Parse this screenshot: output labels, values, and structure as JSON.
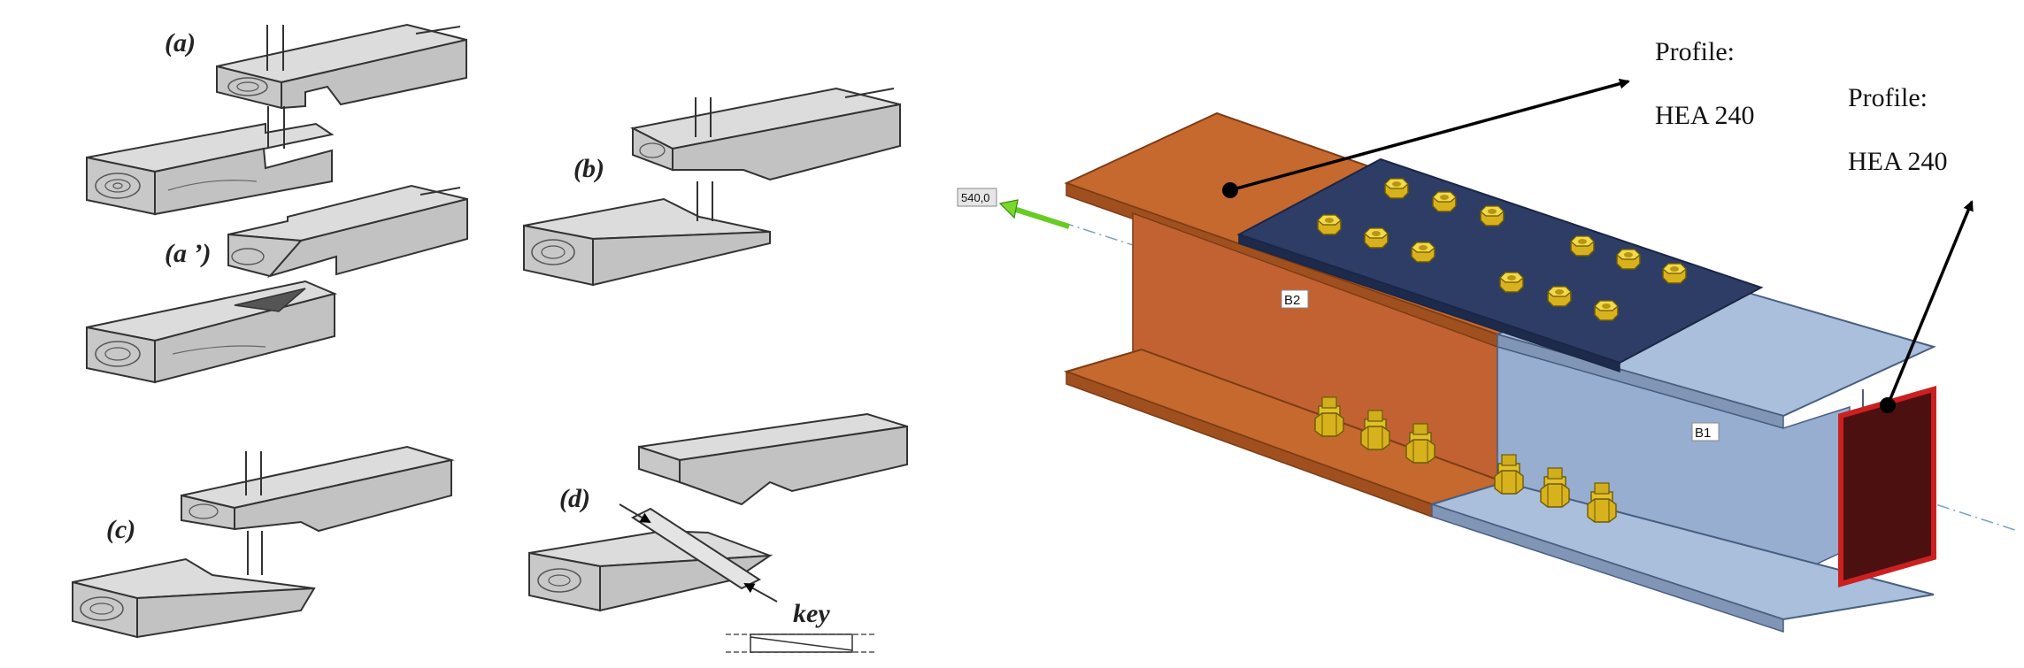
{
  "left_figure": {
    "labels": {
      "a": "(a)",
      "a_prime": "(a ’)",
      "b": "(b)",
      "c": "(c)",
      "d": "(d)",
      "key": "key"
    }
  },
  "right_figure": {
    "profile_label_1": "Profile:",
    "profile_value_1": "HEA 240",
    "profile_label_2": "Profile:",
    "profile_value_2": "HEA 240",
    "dimension_tag": "540,0",
    "beam_tag_left": "B2",
    "beam_tag_right": "B1"
  },
  "colors": {
    "timber_face": "#d2d2d2",
    "timber_side": "#b4b4b4",
    "timber_end": "#c6c6c6",
    "beam_left": "#c4652e",
    "beam_left_dark": "#a14f22",
    "beam_right": "#9fb6d6",
    "beam_right_dark": "#7f95b5",
    "plate": "#2e3d66",
    "bolt": "#e5c22a",
    "end_plate": "#5a1414",
    "end_plate_edge": "#cc2020",
    "arrow_green": "#66cc22"
  }
}
